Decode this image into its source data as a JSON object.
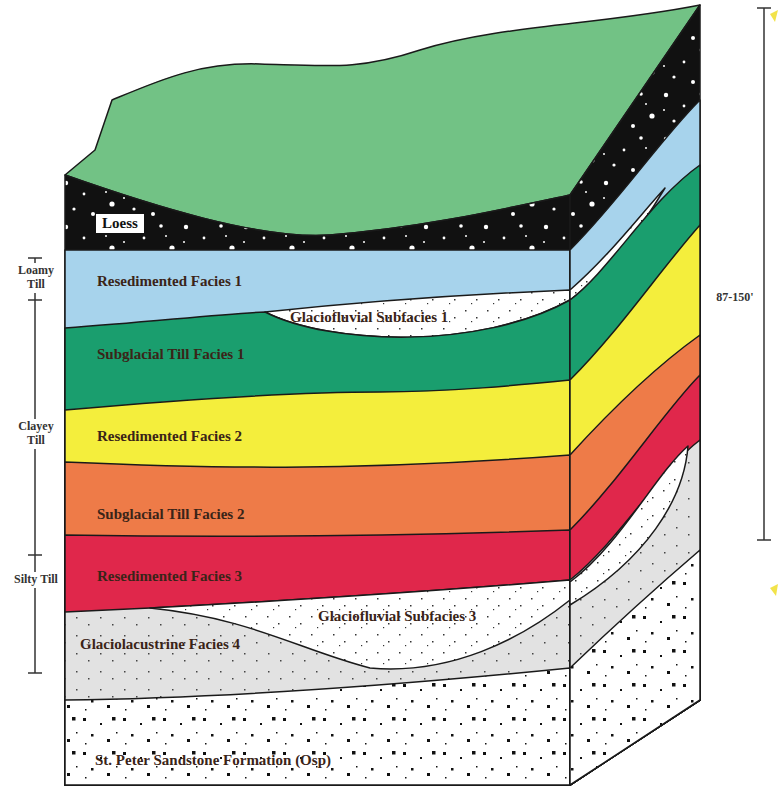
{
  "diagram": {
    "nodes": [
      {
        "text": [
          "Loess"
        ]
      },
      {
        "text": [
          "Resedimented Facies 1"
        ]
      },
      {
        "text": [
          "Glaciofluvial Subfacies 1"
        ]
      },
      {
        "text": [
          "Subglacial Till Facies 1"
        ]
      },
      {
        "text": [
          "Resedimented Facies 2"
        ]
      },
      {
        "text": [
          "Subglacial Till Facies 2"
        ]
      },
      {
        "text": [
          "Resedimented Facies 3"
        ]
      },
      {
        "text": [
          "Glaciofluvial Subfacies 3"
        ]
      },
      {
        "text": [
          "Glaciolacustrine Facies 4"
        ]
      },
      {
        "text": [
          "St. Peter Sandstone Formation (Osp)"
        ]
      }
    ],
    "labels": [
      "Loamy Till",
      "Clayey Till",
      "Silty Till",
      "87-150'"
    ]
  }
}
